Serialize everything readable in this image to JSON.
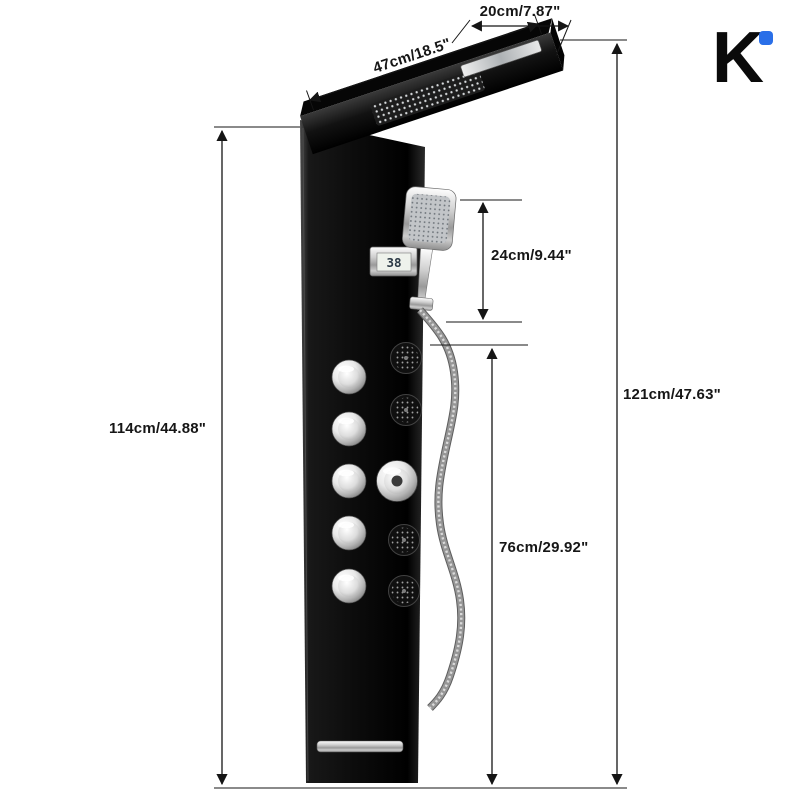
{
  "brand": {
    "logo_text": "K",
    "dot_color": "#2a6fe8"
  },
  "labels": {
    "top_width": "20cm/7.87\"",
    "top_depth": "47cm/18.5\"",
    "handheld_height": "24cm/9.44\"",
    "total_height": "121cm/47.63\"",
    "panel_height": "114cm/44.88\"",
    "hose_length": "76cm/29.92\""
  },
  "display": {
    "value": "38"
  }
}
